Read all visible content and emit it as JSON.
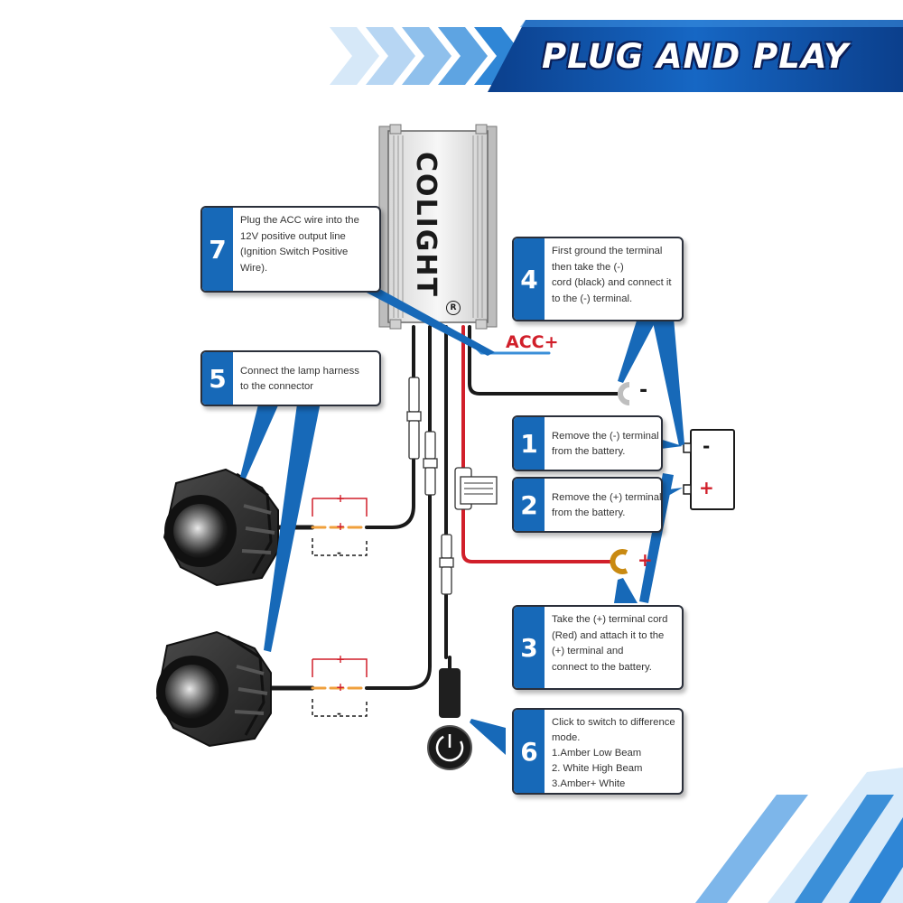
{
  "banner": {
    "title": "PLUG AND PLAY"
  },
  "controller": {
    "brand": "COLIGHT",
    "registered_mark": "R"
  },
  "acc_label": "ACC+",
  "terminals": {
    "negative_sign": "-",
    "positive_sign": "+"
  },
  "battery": {
    "negative_sign": "-",
    "positive_sign": "+"
  },
  "connector_polarity": {
    "top": [
      "+",
      "+",
      "-"
    ],
    "bottom": [
      "+",
      "+",
      "-"
    ]
  },
  "steps": [
    {
      "number": "7",
      "lines": [
        "Plug the ACC wire into the",
        "12V positive output line",
        "(Ignition Switch Positive",
        "Wire)."
      ]
    },
    {
      "number": "5",
      "lines": [
        "Connect the lamp harness",
        "to the connector"
      ]
    },
    {
      "number": "4",
      "lines": [
        "First ground the terminal",
        "then take the (-)",
        "cord (black) and connect it",
        "to the (-) terminal."
      ]
    },
    {
      "number": "1",
      "lines": [
        "Remove the (-) terminal",
        "from the battery."
      ]
    },
    {
      "number": "2",
      "lines": [
        "Remove the (+) terminal",
        "from the battery."
      ]
    },
    {
      "number": "3",
      "lines": [
        "Take the (+) terminal cord",
        "(Red) and attach it to the",
        "(+) terminal and",
        "connect to the battery."
      ]
    },
    {
      "number": "6",
      "lines": [
        "Click to switch to difference",
        "mode.",
        "1.Amber Low Beam",
        "2. White High Beam",
        "3.Amber+ White"
      ]
    }
  ],
  "colors": {
    "accent_blue": "#1769b8",
    "light_blue": "#3b8fd8",
    "banner_dark": "#0b3f8c",
    "wire_red": "#d11f2a",
    "wire_black": "#1a1a1a",
    "wire_orange": "#f0a03c"
  }
}
